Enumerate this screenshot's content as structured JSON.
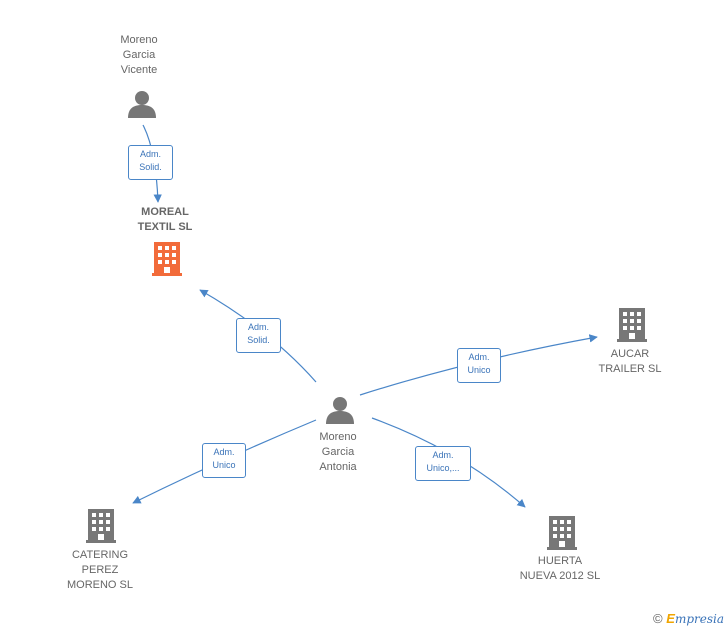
{
  "nodes": {
    "moreno_vicente": {
      "label": "Moreno\nGarcia\nVicente",
      "type": "person"
    },
    "moreal": {
      "label": "MOREAL\nTEXTIL  SL",
      "type": "company",
      "highlight": true
    },
    "moreno_antonia": {
      "label": "Moreno\nGarcia\nAntonia",
      "type": "person"
    },
    "aucar": {
      "label": "AUCAR\nTRAILER SL",
      "type": "company"
    },
    "catering": {
      "label": "CATERING\nPEREZ\nMORENO SL",
      "type": "company"
    },
    "huerta": {
      "label": "HUERTA\nNUEVA 2012 SL",
      "type": "company"
    }
  },
  "edges": {
    "e1": {
      "label": "Adm.\nSolid."
    },
    "e2": {
      "label": "Adm.\nSolid."
    },
    "e3": {
      "label": "Adm.\nUnico"
    },
    "e4": {
      "label": "Adm.\nUnico"
    },
    "e5": {
      "label": "Adm.\nUnico,..."
    }
  },
  "colors": {
    "edge": "#4a86c8",
    "company": "#777777",
    "highlight": "#f26b3a",
    "person": "#777777"
  },
  "footer": {
    "copyright": "©",
    "brand_e": "E",
    "brand_rest": "mpresia"
  }
}
